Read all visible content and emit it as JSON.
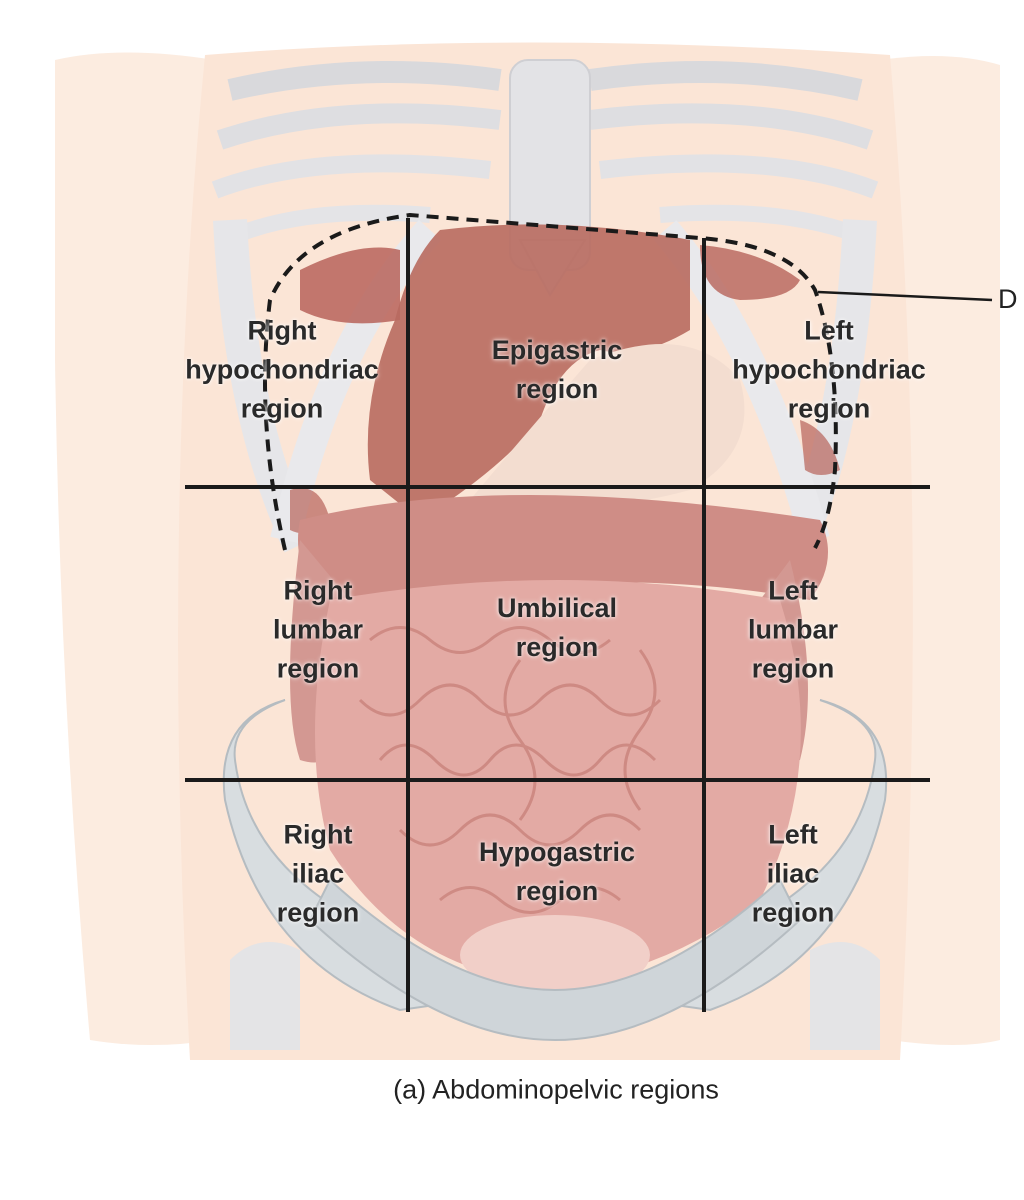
{
  "regions": {
    "right_hypochondriac": [
      "Right",
      "hypochondriac",
      "region"
    ],
    "epigastric": [
      "Epigastric",
      "region"
    ],
    "left_hypochondriac": [
      "Left",
      "hypochondriac",
      "region"
    ],
    "right_lumbar": [
      "Right",
      "lumbar",
      "region"
    ],
    "umbilical": [
      "Umbilical",
      "region"
    ],
    "left_lumbar": [
      "Left",
      "lumbar",
      "region"
    ],
    "right_iliac": [
      "Right",
      "iliac",
      "region"
    ],
    "hypogastric": [
      "Hypogastric",
      "region"
    ],
    "left_iliac": [
      "Left",
      "iliac",
      "region"
    ]
  },
  "callout": {
    "letter": "D"
  },
  "caption": "(a) Abdominopelvic regions",
  "colors": {
    "skin": "#fbe5d6",
    "bone": "#e9e9ea",
    "bone_outline": "#c9c9cc",
    "muscle": "#b7635a",
    "intestine": "#dfa39d",
    "pelvis": "#d8dde0",
    "line": "#1a1a1a"
  },
  "icons": [
    "torso-illustration",
    "rib-cage-icon",
    "pelvis-icon"
  ]
}
